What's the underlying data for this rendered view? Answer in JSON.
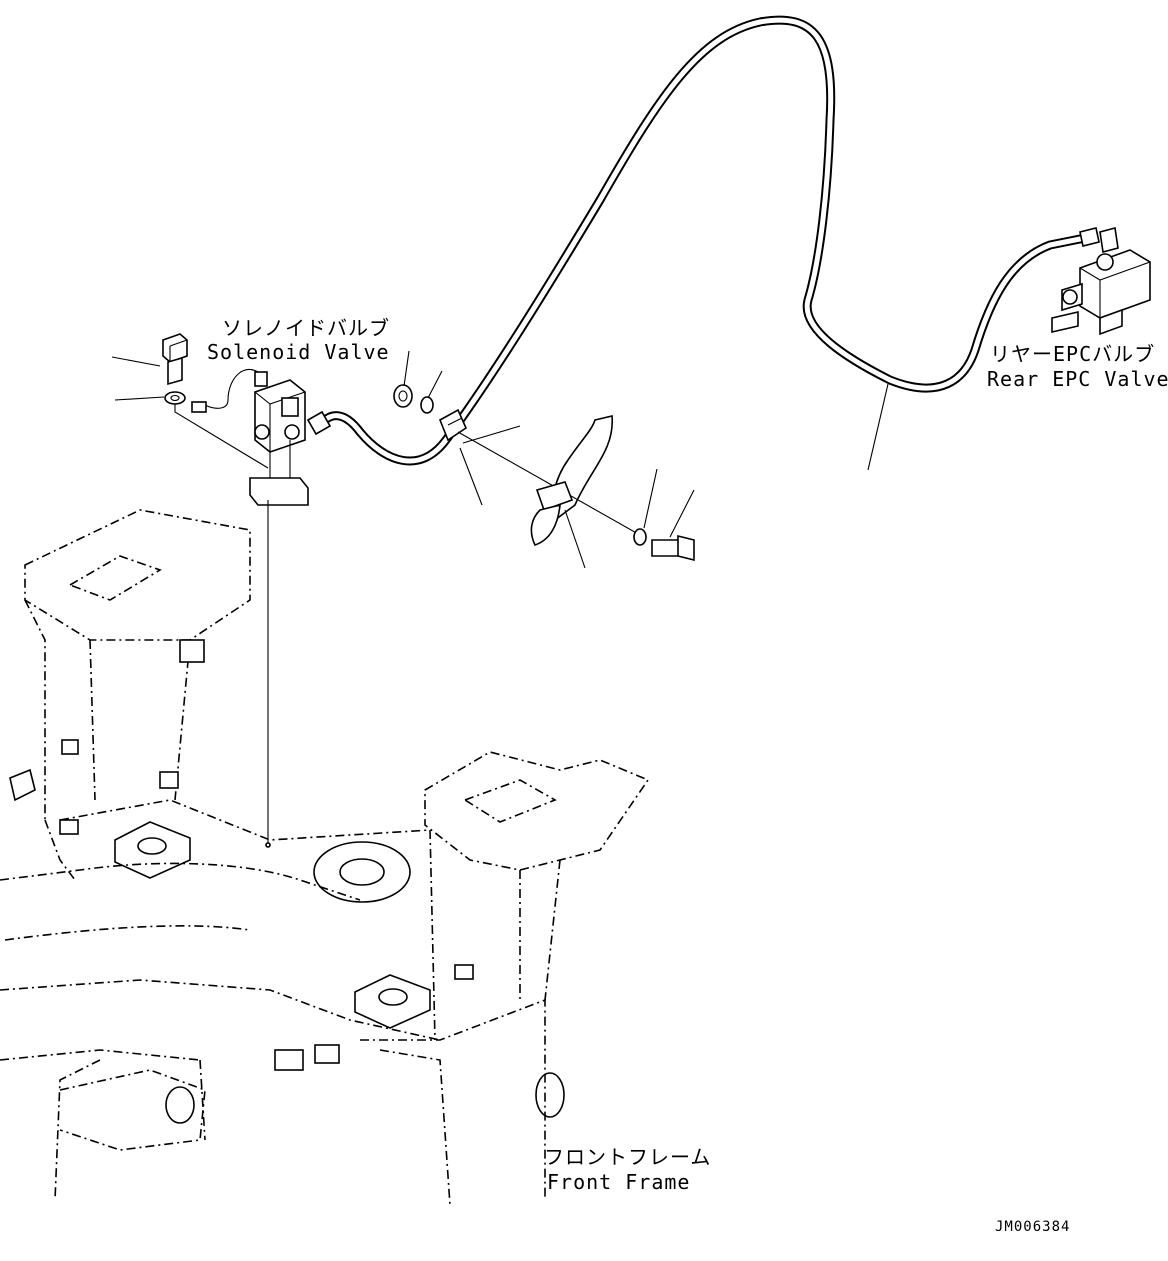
{
  "labels": {
    "solenoid_valve_jp": "ソレノイドバルブ",
    "solenoid_valve_en": "Solenoid Valve",
    "rear_epc_valve_jp": "リヤーEPCバルブ",
    "rear_epc_valve_en": "Rear EPC Valve",
    "front_frame_jp": "フロントフレーム",
    "front_frame_en": "Front Frame"
  },
  "drawing_code": "JM006384",
  "icons": {
    "solenoid_valve": "solenoid-valve-icon",
    "rear_epc_valve": "epc-valve-icon",
    "hose": "hose-icon",
    "clamp": "clamp-icon",
    "bolt": "bolt-icon",
    "washer": "washer-icon",
    "front_frame": "front-frame-icon"
  }
}
